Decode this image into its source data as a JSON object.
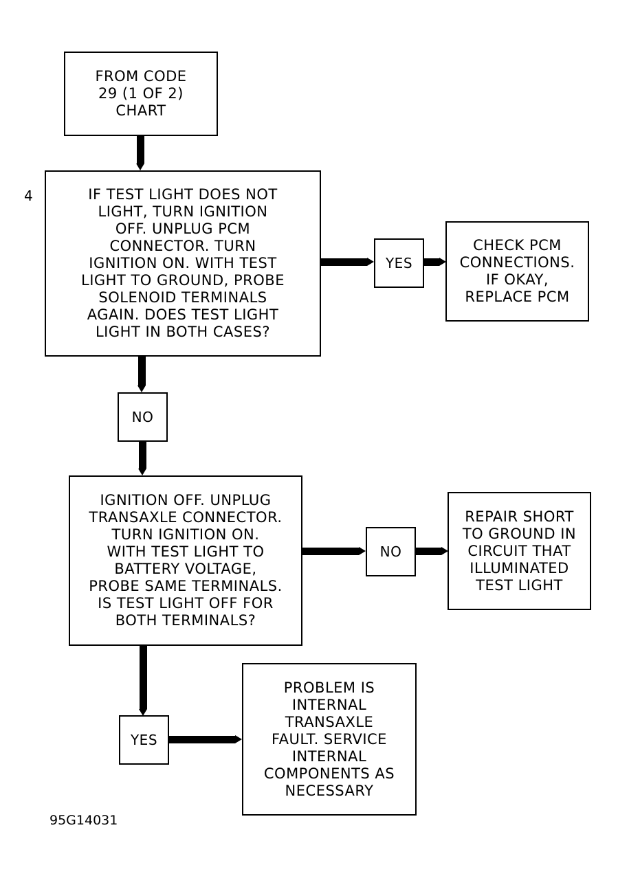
{
  "start": {
    "lines": [
      "FROM CODE",
      "29 (1 OF 2)",
      "CHART"
    ]
  },
  "step_number": "4",
  "question1": {
    "lines": [
      "IF TEST LIGHT DOES NOT",
      "LIGHT, TURN IGNITION",
      "OFF. UNPLUG PCM",
      "CONNECTOR. TURN",
      "IGNITION ON. WITH TEST",
      "LIGHT TO GROUND, PROBE",
      "SOLENOID TERMINALS",
      "AGAIN. DOES TEST LIGHT",
      "LIGHT IN BOTH CASES?"
    ]
  },
  "yes1": "YES",
  "result_pcm": {
    "lines": [
      "CHECK PCM",
      "CONNECTIONS.",
      "IF OKAY,",
      "REPLACE PCM"
    ]
  },
  "no1": "NO",
  "question2": {
    "lines": [
      "IGNITION OFF. UNPLUG",
      "TRANSAXLE CONNECTOR.",
      "TURN IGNITION ON.",
      "WITH TEST LIGHT TO",
      "BATTERY VOLTAGE,",
      "PROBE SAME TERMINALS.",
      "IS TEST LIGHT OFF FOR",
      "BOTH TERMINALS?"
    ]
  },
  "no2": "NO",
  "result_short": {
    "lines": [
      "REPAIR SHORT",
      "TO GROUND IN",
      "CIRCUIT THAT",
      "ILLUMINATED",
      "TEST LIGHT"
    ]
  },
  "yes2": "YES",
  "result_internal": {
    "lines": [
      "PROBLEM IS",
      "INTERNAL",
      "TRANSAXLE",
      "FAULT. SERVICE",
      "INTERNAL",
      "COMPONENTS AS",
      "NECESSARY"
    ]
  },
  "figure_id": "95G14031"
}
